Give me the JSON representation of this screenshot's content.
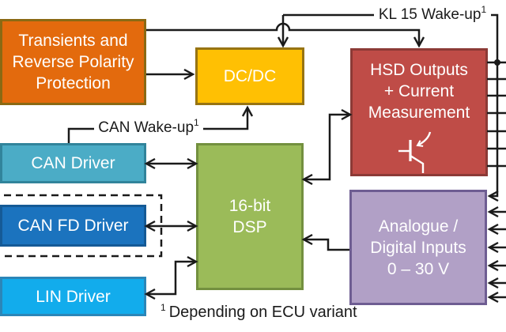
{
  "diagram": {
    "boxes": {
      "transients": {
        "label": "Transients and\nReverse Polarity\nProtection",
        "fill": "#E36A0D",
        "border": "#8A6913"
      },
      "dcdc": {
        "label": "DC/DC",
        "fill": "#FFC003",
        "border": "#977412"
      },
      "hsd": {
        "label": "HSD Outputs\n+ Current\nMeasurement",
        "fill": "#BF4C47",
        "border": "#8C3A36"
      },
      "can_driver": {
        "label": "CAN Driver",
        "fill": "#4BACC6",
        "border": "#31849B"
      },
      "can_fd_driver": {
        "label": "CAN FD Driver",
        "fill": "#1B73BE",
        "border": "#155A96"
      },
      "lin_driver": {
        "label": "LIN Driver",
        "fill": "#12ACEC",
        "border": "#2B86B8"
      },
      "dsp": {
        "label": "16-bit\nDSP",
        "fill": "#9BBB59",
        "border": "#73903F"
      },
      "analogue": {
        "label": "Analogue /\nDigital Inputs\n0 – 30 V",
        "fill": "#B1A0C6",
        "border": "#6E5D92"
      }
    },
    "annotations": {
      "kl15": {
        "text": "KL 15 Wake-up",
        "sup": "1"
      },
      "can_wakeup": {
        "text": "CAN Wake-up",
        "sup": "1"
      },
      "footnote": {
        "sup": "1",
        "text": "Depending on ECU variant"
      }
    },
    "icons": {
      "hsd_symbol": "transistor-icon"
    },
    "line_color": "#1A1A1A"
  }
}
